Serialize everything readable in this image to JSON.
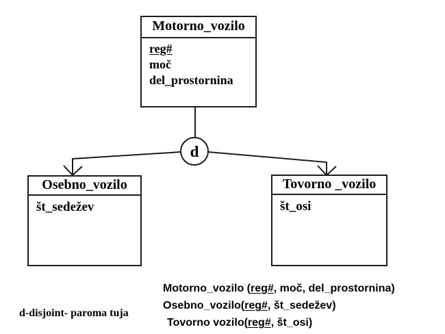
{
  "diagram": {
    "circle_label": "d",
    "entities": {
      "parent": {
        "name": "Motorno_vozilo",
        "key": "reg#",
        "attrs": [
          "moč",
          "del_prostornina"
        ]
      },
      "left_child": {
        "name": "Osebno_vozilo",
        "attrs": [
          "št_sedežev"
        ]
      },
      "right_child": {
        "name": "Tovorno _vozilo",
        "attrs": [
          "št_osi"
        ]
      }
    },
    "schema_lines": [
      {
        "prefix": "Motorno_vozilo (",
        "key": "reg#",
        "suffix": ", moč, del_prostornina)"
      },
      {
        "prefix": "Osebno_vozilo(",
        "key": "reg#",
        "suffix": ", št_sedežev)"
      },
      {
        "prefix": "Tovorno vozilo(",
        "key": "reg#",
        "suffix": ", št_osi)"
      }
    ],
    "note": "d-disjoint- paroma tuja",
    "colors": {
      "line": "#1c1c1c",
      "text": "#000000",
      "background": "#ffffff"
    }
  }
}
